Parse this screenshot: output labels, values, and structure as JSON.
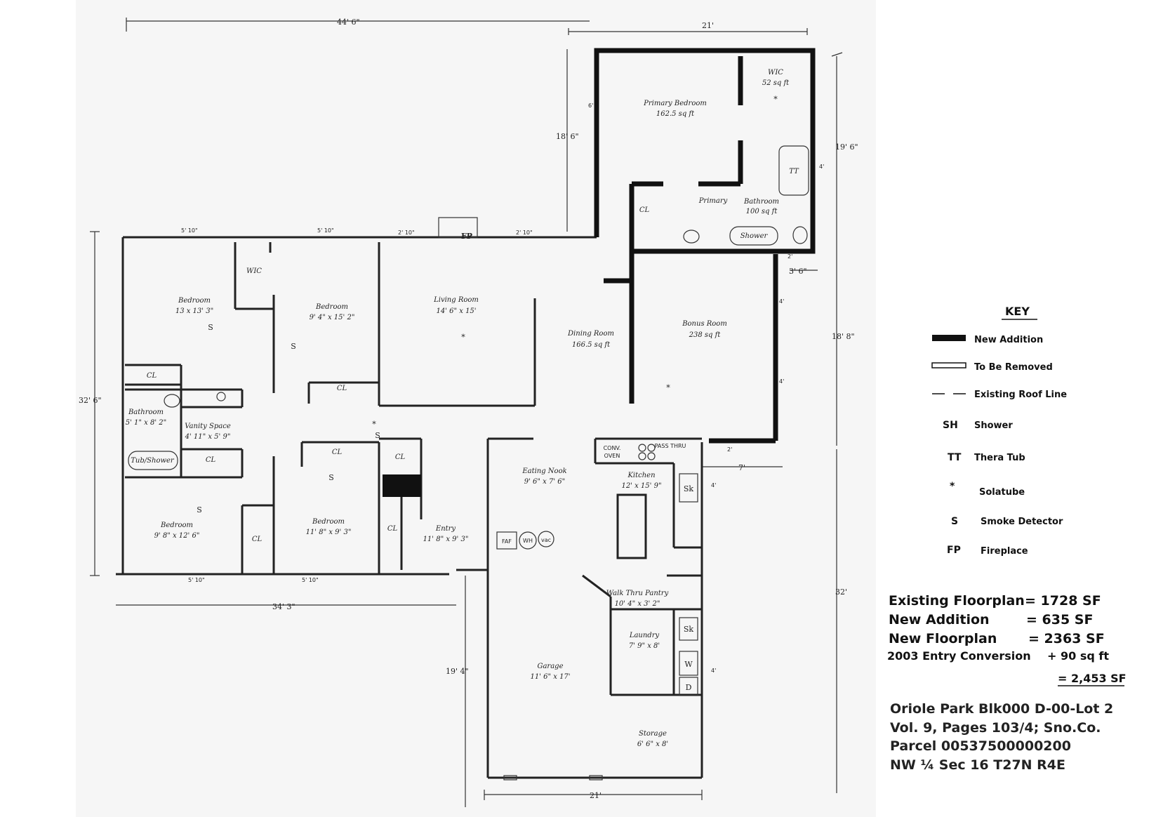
{
  "dimensions": {
    "overall_width": "44' 6\"",
    "addition_width": "21'",
    "addition_depth_left": "18' 6\"",
    "addition_depth_right": "19' 6\"",
    "house_depth": "32' 6\"",
    "bonus_depth": "18' 8\"",
    "right_total": "32'",
    "bottom_width": "34' 3\"",
    "garage_depth": "19' 4\"",
    "garage_width": "21'",
    "step_3_6": "3' 6\"",
    "seven": "7'",
    "window_5_10": "5' 10\"",
    "window_2_10": "2' 10\"",
    "two": "2'",
    "four": "4'",
    "six": "6'"
  },
  "rooms": {
    "wic_primary": {
      "name": "WIC",
      "area": "52 sq ft"
    },
    "primary_bedroom": {
      "name": "Primary Bedroom",
      "area": "162.5 sq ft"
    },
    "primary_bath_a": "Primary",
    "primary_bath_b": "Bathroom",
    "primary_bath_area": "100 sq ft",
    "shower": "Shower",
    "tt": "TT",
    "cl": "CL",
    "fp": "FP",
    "wic": "WIC",
    "bedroom1": {
      "name": "Bedroom",
      "size": "13 x 13' 3\""
    },
    "bedroom2": {
      "name": "Bedroom",
      "size": "9' 4\" x 15' 2\""
    },
    "living": {
      "name": "Living Room",
      "size": "14' 6\" x 15'"
    },
    "dining": {
      "name": "Dining Room",
      "area": "166.5 sq ft"
    },
    "bonus": {
      "name": "Bonus Room",
      "area": "238 sq ft"
    },
    "bathroom": {
      "name": "Bathroom",
      "size": "5' 1\" x 8' 2\""
    },
    "vanity": {
      "name": "Vanity Space",
      "size": "4' 11\" x 5' 9\""
    },
    "tub_shower": "Tub/Shower",
    "bedroom3": {
      "name": "Bedroom",
      "size": "9' 8\" x 12' 6\""
    },
    "bedroom4": {
      "name": "Bedroom",
      "size": "11' 8\" x 9' 3\""
    },
    "entry": {
      "name": "Entry",
      "size": "11' 8\" x 9' 3\""
    },
    "eating_nook": {
      "name": "Eating Nook",
      "size": "9' 6\" x 7' 6\""
    },
    "kitchen": {
      "name": "Kitchen",
      "size": "12' x 15' 9\""
    },
    "conv_oven_a": "CONV.",
    "conv_oven_b": "OVEN",
    "pass_thru": "PASS THRU",
    "sk": "Sk",
    "faf": "FAF",
    "wh": "WH",
    "vac": "vac",
    "pantry": {
      "name": "Walk Thru Pantry",
      "size": "10' 4\" x 3' 2\""
    },
    "laundry": {
      "name": "Laundry",
      "size": "7' 9\" x 8'"
    },
    "w": "W",
    "d": "D",
    "garage": {
      "name": "Garage",
      "size": "11' 6\" x 17'"
    },
    "storage": {
      "name": "Storage",
      "size": "6' 6\" x 8'"
    },
    "s": "S",
    "star": "*"
  },
  "key": {
    "title": "KEY",
    "items": [
      {
        "symbol": "",
        "label": "New Addition"
      },
      {
        "symbol": "",
        "label": "To Be Removed"
      },
      {
        "symbol": "",
        "label": "Existing Roof Line"
      },
      {
        "symbol": "SH",
        "label": "Shower"
      },
      {
        "symbol": "TT",
        "label": "Thera Tub"
      },
      {
        "symbol": "*",
        "label": "Solatube"
      },
      {
        "symbol": "S",
        "label": "Smoke Detector"
      },
      {
        "symbol": "FP",
        "label": "Fireplace"
      }
    ]
  },
  "summary": {
    "existing_label": "Existing Floorplan",
    "existing_value": "= 1728 SF",
    "addition_label": "New Addition",
    "addition_value": "= 635 SF",
    "new_label": "New Floorplan",
    "new_value": "= 2363 SF",
    "entry_label": "2003 Entry Conversion",
    "entry_value": "+ 90 sq ft",
    "total": "= 2,453 SF"
  },
  "legal": {
    "line1": "Oriole Park Blk000 D-00-Lot 2",
    "line2": "Vol. 9, Pages 103/4; Sno.Co.",
    "line3": "Parcel 00537500000200",
    "line4": "NW ¼ Sec 16 T27N R4E"
  }
}
